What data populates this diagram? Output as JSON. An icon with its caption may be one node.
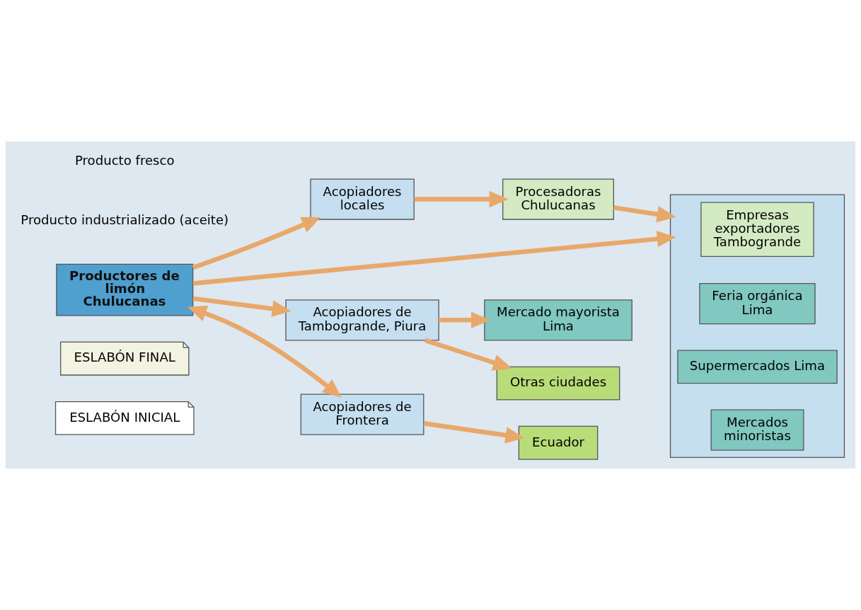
{
  "diagram": {
    "nodes": [
      {
        "text": [
          "ESLABÓN INICIAL"
        ]
      },
      {
        "text": [
          "ESLABÓN FINAL"
        ]
      },
      {
        "text": [
          "Acopiadores locales"
        ]
      },
      {
        "text": [
          "Procesadoras Chulucanas"
        ]
      },
      {
        "text": [],
        "shape": "box"
      },
      {
        "text": [
          "Empresas exportadores Tambogrande"
        ],
        "in": 4
      },
      {
        "text": [
          "Feria orgánica Lima"
        ],
        "in": 4
      },
      {
        "text": [
          "Supermercados Lima"
        ],
        "in": 4
      },
      {
        "text": [
          "Mercados minoristas"
        ],
        "in": 4
      },
      {
        "text": [
          "Productores de limón Chulucanas"
        ]
      },
      {
        "text": [
          "Acopiadores de Tambogrande, Piura"
        ]
      },
      {
        "text": [
          "Mercado mayorista Lima"
        ]
      },
      {
        "text": [
          "Otras ciudades"
        ]
      },
      {
        "text": [
          "Acopiadores de Frontera"
        ]
      },
      {
        "text": [
          "Ecuador"
        ]
      }
    ],
    "edges": [
      {
        "from": 9,
        "to": 2,
        "arrow": "to"
      },
      {
        "from": 2,
        "to": 3,
        "arrow": "to"
      },
      {
        "from": 3,
        "to": 4,
        "arrow": "to"
      },
      {
        "from": 9,
        "to": 4,
        "arrow": "to"
      },
      {
        "from": 9,
        "to": 10,
        "arrow": "to"
      },
      {
        "from": 10,
        "to": 11,
        "arrow": "to"
      },
      {
        "from": 10,
        "to": 12,
        "arrow": "to"
      },
      {
        "from": 9,
        "to": 13,
        "arrow": "both"
      },
      {
        "from": 13,
        "to": 14,
        "arrow": "to"
      }
    ],
    "labels": [
      "Producto industrializado (aceite)",
      "Producto fresco"
    ]
  }
}
